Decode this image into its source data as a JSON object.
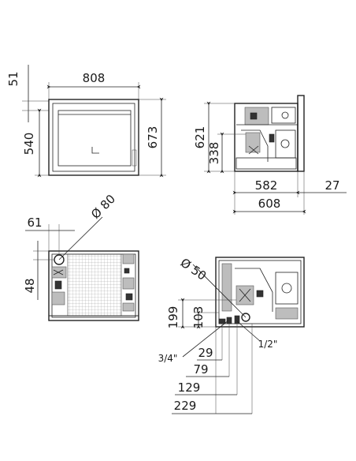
{
  "front_view": {
    "width": "808",
    "height_outer": "673",
    "height_inner": "540",
    "top_offset": "51"
  },
  "side_view": {
    "height": "621",
    "lower_height": "338",
    "depth": "582",
    "depth_total": "608",
    "rear_offset": "27"
  },
  "top_view": {
    "flue_offset": "61",
    "flue_diameter": "Ø 80",
    "flue_depth": "48"
  },
  "connection_view": {
    "duct_diameter": "Ø 50",
    "height_a": "199",
    "height_b": "103",
    "pipe_a": "3/4\"",
    "pipe_b": "1/2\"",
    "x_29": "29",
    "x_79": "79",
    "x_129": "129",
    "x_229": "229"
  }
}
